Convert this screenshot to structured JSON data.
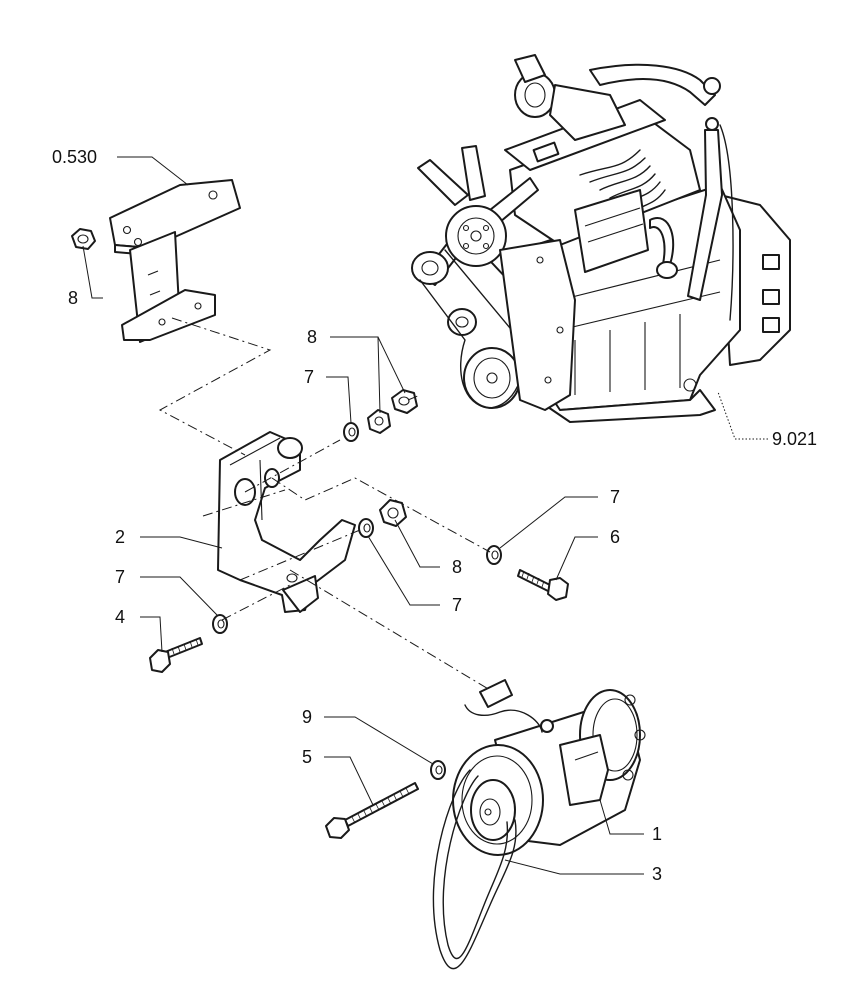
{
  "callouts": {
    "ref_0530": "0.530",
    "ref_9021": "9.021",
    "bracket_nut_8": "8",
    "nuts_8_top": "8",
    "washer_7_top": "7",
    "item_2": "2",
    "item_7_left": "7",
    "item_4": "4",
    "nut_8_mid": "8",
    "washer_7_mid": "7",
    "washer_7_right": "7",
    "item_6": "6",
    "item_9": "9",
    "item_5": "5",
    "item_1": "1",
    "item_3": "3"
  },
  "colors": {
    "line": "#1a1a1a",
    "background": "#ffffff"
  }
}
